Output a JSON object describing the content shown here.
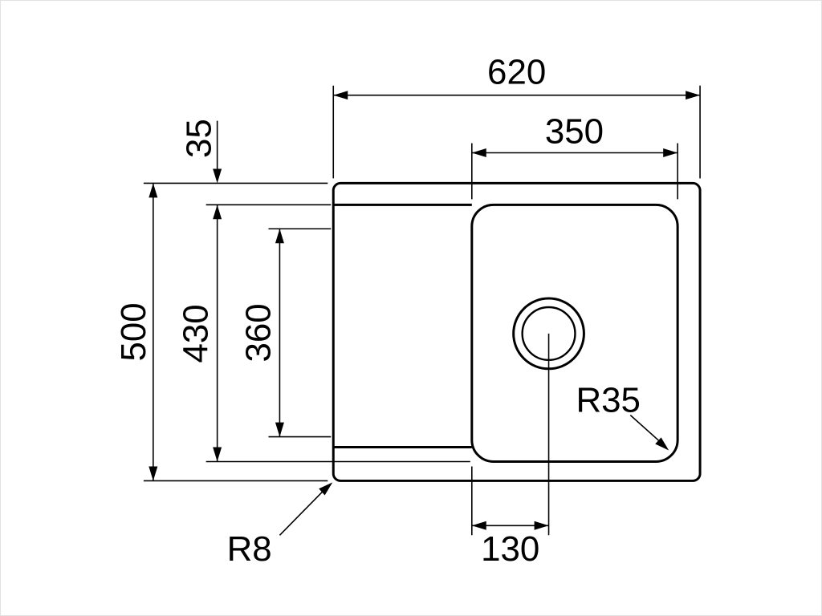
{
  "drawing": {
    "type": "technical-drawing",
    "subject": "kitchen sink top view with dimension annotations",
    "units": "mm",
    "line_color": "#000000",
    "background_color": "#ffffff",
    "dimensions": {
      "overall_width": "620",
      "bowl_width": "350",
      "rim_offset": "35",
      "overall_depth": "500",
      "bowl_depth": "430",
      "drainer_depth": "360",
      "drain_offset": "130",
      "bowl_corner_radius": "R35",
      "body_corner_radius": "R8"
    }
  }
}
